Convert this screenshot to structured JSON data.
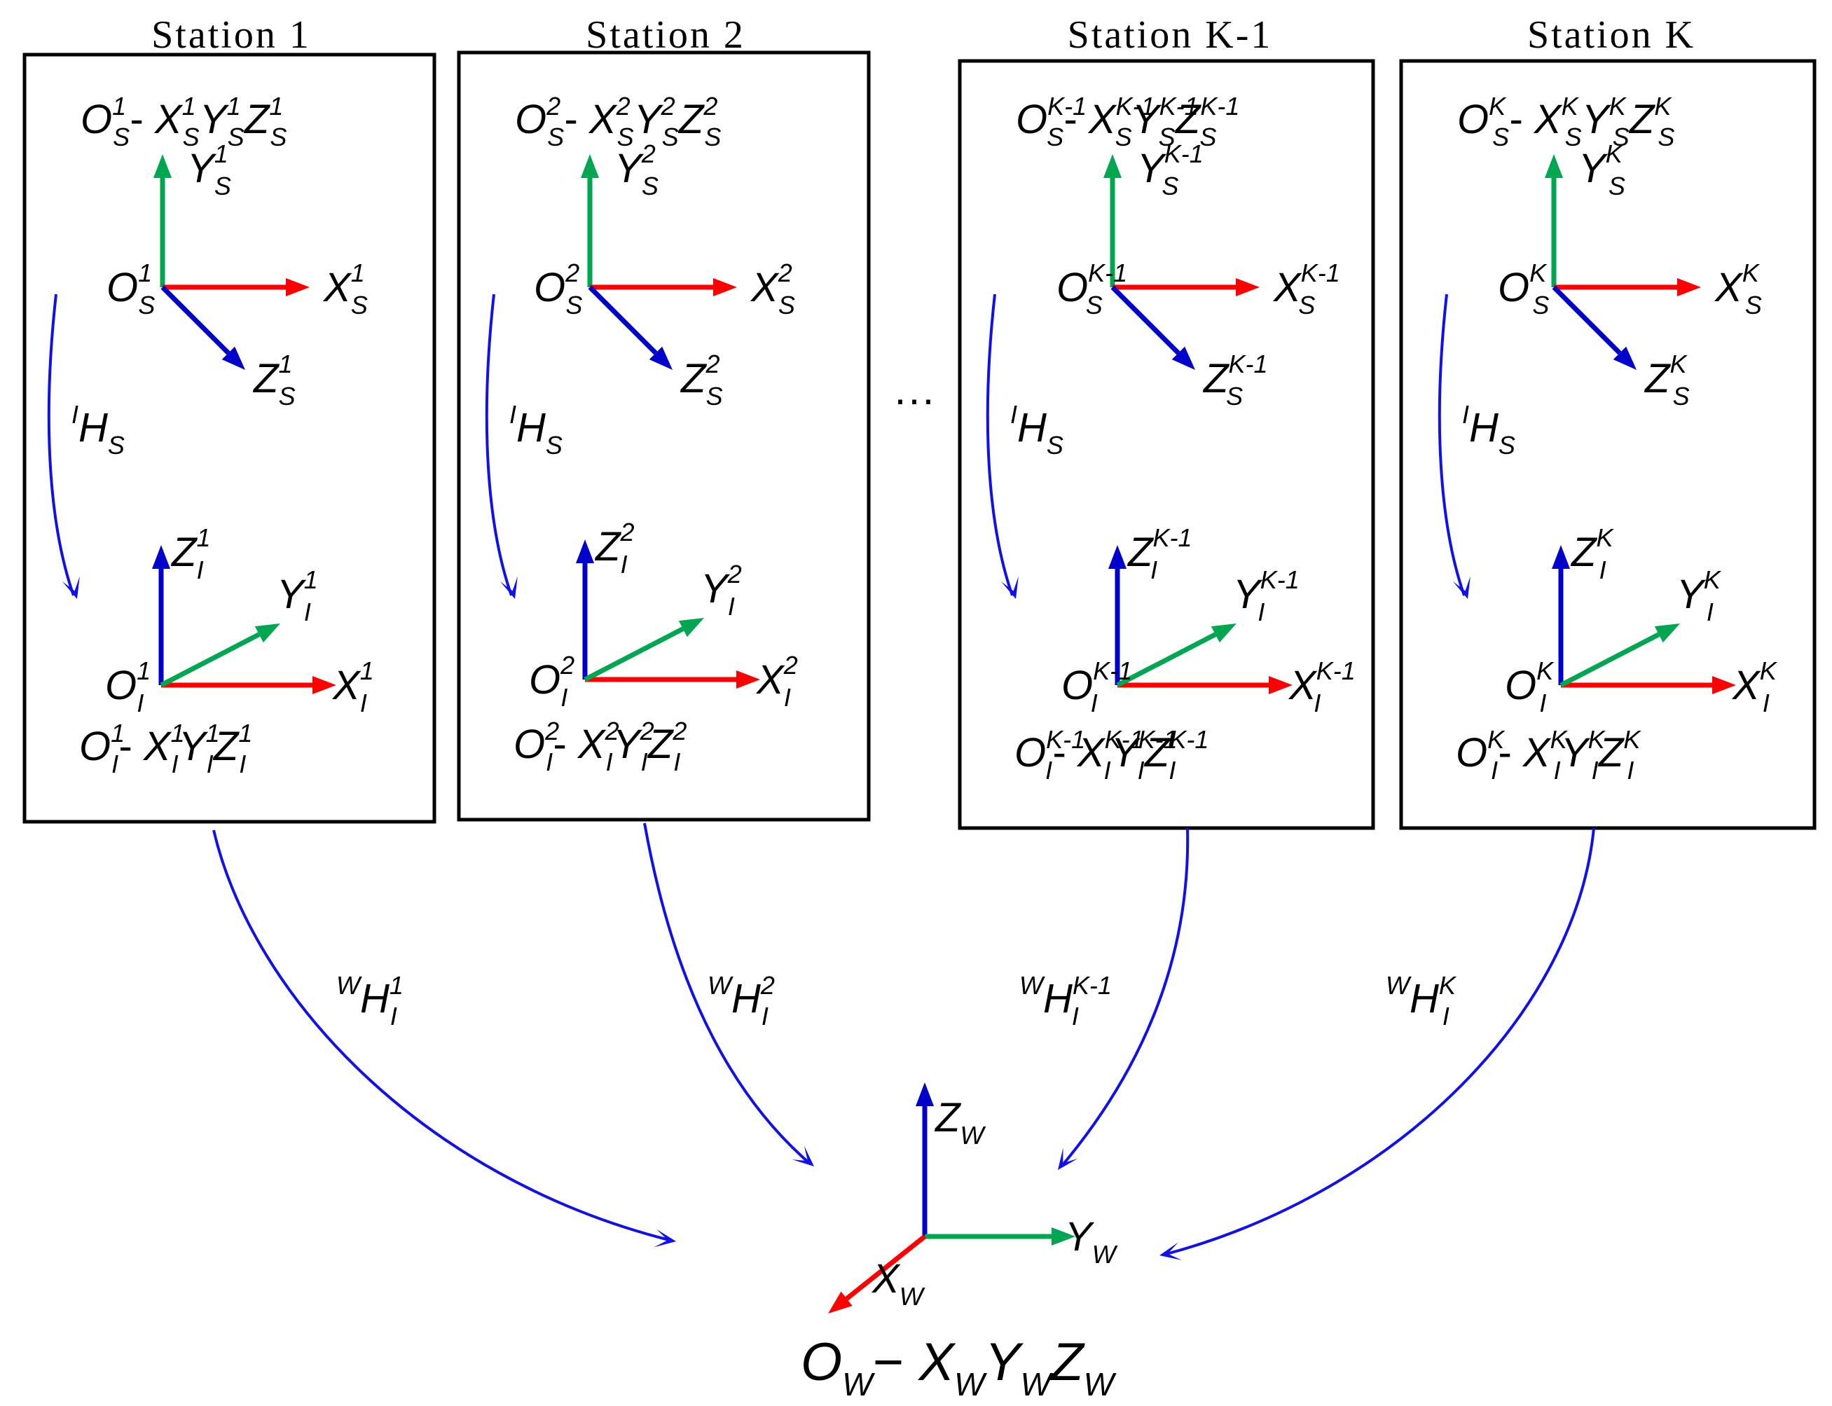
{
  "colors": {
    "x_axis": "#ff0000",
    "y_axis": "#00a650",
    "z_axis": "#0000cc",
    "transform_arrow": "#1010ee",
    "box_border": "#000000"
  },
  "ellipsis": "···",
  "stations": [
    {
      "title": "Station 1",
      "k": "1",
      "sensor_frame": {
        "base": "O",
        "base_sub": "S",
        "parts": [
          [
            "X",
            "S",
            "1"
          ],
          [
            "Y",
            "S",
            "1"
          ],
          [
            "Z",
            "S",
            "1"
          ]
        ],
        "sep": " - "
      },
      "sensor_axes": {
        "origin": [
          "O",
          "S",
          "1"
        ],
        "x": [
          "X",
          "S",
          "1"
        ],
        "y": [
          "Y",
          "S",
          "1"
        ],
        "z": [
          "Z",
          "S",
          "1"
        ]
      },
      "local_transform": {
        "pre": "I",
        "main": "H",
        "sub": "S"
      },
      "intermediate_axes": {
        "origin": [
          "O",
          "I",
          "1"
        ],
        "x": [
          "X",
          "I",
          "1"
        ],
        "y": [
          "Y",
          "I",
          "1"
        ],
        "z": [
          "Z",
          "I",
          "1"
        ]
      },
      "intermediate_frame": {
        "parts": [
          [
            "X",
            "I",
            "1"
          ],
          [
            "Y",
            "I",
            "1"
          ],
          [
            "Z",
            "I",
            "1"
          ]
        ]
      },
      "world_transform": {
        "pre": "W",
        "main": "H",
        "sub": "I",
        "sup": "1"
      }
    },
    {
      "title": "Station 2",
      "k": "2",
      "sensor_frame": {
        "parts": [
          [
            "X",
            "S",
            "2"
          ],
          [
            "Y",
            "S",
            "2"
          ],
          [
            "Z",
            "S",
            "2"
          ]
        ]
      },
      "sensor_axes": {
        "origin": [
          "O",
          "S",
          "2"
        ],
        "x": [
          "X",
          "S",
          "2"
        ],
        "y": [
          "Y",
          "S",
          "2"
        ],
        "z": [
          "Z",
          "S",
          "2"
        ]
      },
      "local_transform": {
        "pre": "I",
        "main": "H",
        "sub": "S"
      },
      "intermediate_axes": {
        "origin": [
          "O",
          "I",
          "2"
        ],
        "x": [
          "X",
          "I",
          "2"
        ],
        "y": [
          "Y",
          "I",
          "2"
        ],
        "z": [
          "Z",
          "I",
          "2"
        ]
      },
      "intermediate_frame": {
        "parts": [
          [
            "X",
            "I",
            "2"
          ],
          [
            "Y",
            "I",
            "2"
          ],
          [
            "Z",
            "I",
            "2"
          ]
        ]
      },
      "world_transform": {
        "pre": "W",
        "main": "H",
        "sub": "I",
        "sup": "2"
      }
    },
    {
      "title": "Station K-1",
      "k": "K-1",
      "sensor_frame": {
        "parts": [
          [
            "X",
            "S",
            "K-1"
          ],
          [
            "Y",
            "S",
            "K-1"
          ],
          [
            "Z",
            "S",
            "K-1"
          ]
        ]
      },
      "sensor_axes": {
        "origin": [
          "O",
          "S",
          "K-1"
        ],
        "x": [
          "X",
          "S",
          "K-1"
        ],
        "y": [
          "Y",
          "S",
          "K-1"
        ],
        "z": [
          "Z",
          "S",
          "K-1"
        ]
      },
      "local_transform": {
        "pre": "I",
        "main": "H",
        "sub": "S"
      },
      "intermediate_axes": {
        "origin": [
          "O",
          "I",
          "K-1"
        ],
        "x": [
          "X",
          "I",
          "K-1"
        ],
        "y": [
          "Y",
          "I",
          "K-1"
        ],
        "z": [
          "Z",
          "I",
          "K-1"
        ]
      },
      "intermediate_frame": {
        "parts": [
          [
            "X",
            "I",
            "K-1"
          ],
          [
            "Y",
            "I",
            "K-1"
          ],
          [
            "Z",
            "I",
            "K-1"
          ]
        ]
      },
      "world_transform": {
        "pre": "W",
        "main": "H",
        "sub": "I",
        "sup": "K-1"
      }
    },
    {
      "title": "Station K",
      "k": "K",
      "sensor_frame": {
        "parts": [
          [
            "X",
            "S",
            "K"
          ],
          [
            "Y",
            "S",
            "K"
          ],
          [
            "Z",
            "S",
            "K"
          ]
        ]
      },
      "sensor_axes": {
        "origin": [
          "O",
          "S",
          "K"
        ],
        "x": [
          "X",
          "S",
          "K"
        ],
        "y": [
          "Y",
          "S",
          "K"
        ],
        "z": [
          "Z",
          "S",
          "K"
        ]
      },
      "local_transform": {
        "pre": "I",
        "main": "H",
        "sub": "S"
      },
      "intermediate_axes": {
        "origin": [
          "O",
          "I",
          "K"
        ],
        "x": [
          "X",
          "I",
          "K"
        ],
        "y": [
          "Y",
          "I",
          "K"
        ],
        "z": [
          "Z",
          "I",
          "K"
        ]
      },
      "intermediate_frame": {
        "parts": [
          [
            "X",
            "I",
            "K"
          ],
          [
            "Y",
            "I",
            "K"
          ],
          [
            "Z",
            "I",
            "K"
          ]
        ]
      },
      "world_transform": {
        "pre": "W",
        "main": "H",
        "sub": "I",
        "sup": "K"
      }
    }
  ],
  "world": {
    "axes": {
      "x": [
        "X",
        "W"
      ],
      "y": [
        "Y",
        "W"
      ],
      "z": [
        "Z",
        "W"
      ]
    },
    "frame": {
      "origin": [
        "O",
        "W"
      ],
      "dash": "−",
      "parts": [
        [
          "X",
          "W"
        ],
        [
          "Y",
          "W"
        ],
        [
          "Z",
          "W"
        ]
      ]
    }
  }
}
